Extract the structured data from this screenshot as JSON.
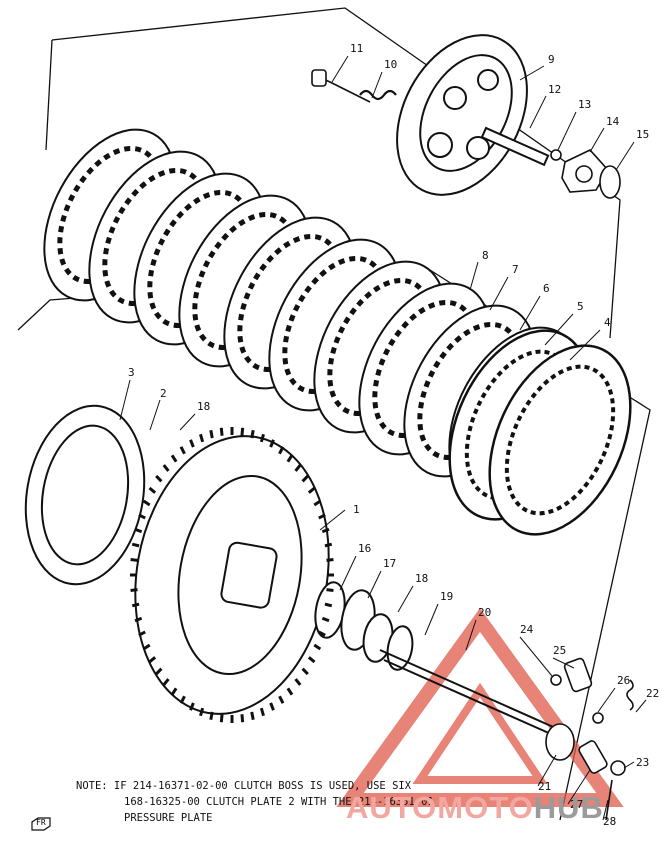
{
  "part_labels": [
    "1",
    "2",
    "3",
    "4",
    "5",
    "6",
    "7",
    "8",
    "9",
    "10",
    "11",
    "12",
    "13",
    "14",
    "15",
    "16",
    "17",
    "18",
    "18",
    "19",
    "20",
    "21",
    "22",
    "23",
    "24",
    "25",
    "26",
    "27",
    "28"
  ],
  "note": {
    "line1": "NOTE: IF 214-16371-02-00 CLUTCH BOSS IS USED, USE SIX",
    "line2": "168-16325-00 CLUTCH PLATE 2 WITH THE 214-16351-01",
    "line3": "PRESSURE PLATE"
  },
  "front_marker": "FR",
  "watermark": {
    "part1": "AUTOMOTO",
    "part2": "HUB"
  },
  "colors": {
    "ink": "#111111",
    "watermark_red": "#e05a4a",
    "watermark_gray": "#9b9b9b"
  }
}
